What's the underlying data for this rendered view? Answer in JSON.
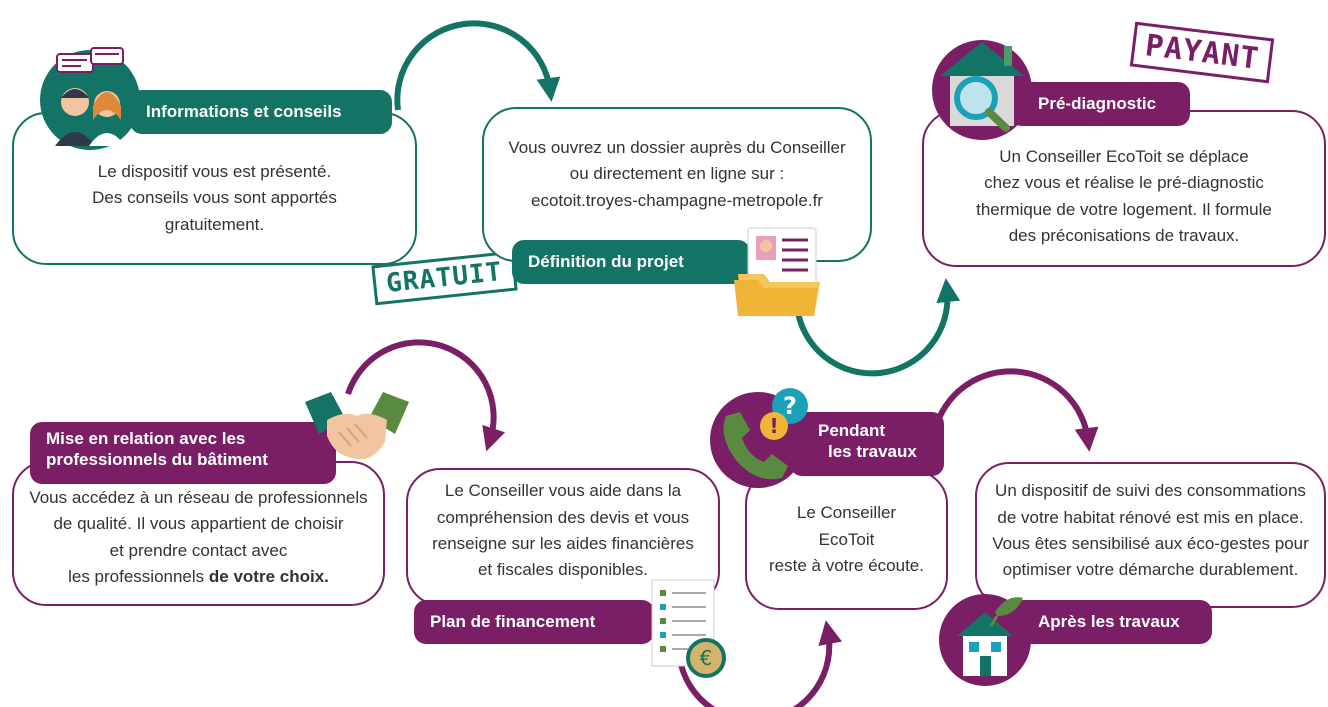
{
  "colors": {
    "teal": "#137466",
    "purple": "#7a1f66",
    "gold": "#d4b36a",
    "skin": "#f3c4a0"
  },
  "steps": [
    {
      "title": "Informations et conseils",
      "lines": [
        "Le dispositif vous est présenté.",
        "Des conseils vous sont apportés",
        "gratuitement."
      ],
      "icon": "advisors-speech-icon"
    },
    {
      "title": "Définition du projet",
      "lines": [
        "Vous ouvrez un dossier auprès du Conseiller",
        "ou directement en ligne sur :",
        "ecotoit.troyes-champagne-metropole.fr"
      ],
      "icon": "folder-document-icon"
    },
    {
      "title": "Pré-diagnostic",
      "lines": [
        "Un Conseiller EcoToit se déplace",
        "chez vous et réalise le pré-diagnostic",
        "thermique de votre logement. Il formule",
        "des préconisations de travaux."
      ],
      "icon": "house-magnifier-icon"
    },
    {
      "title_line1": "Mise en relation avec les",
      "title_line2": "professionnels du bâtiment",
      "lines": [
        "Vous accédez à un réseau de professionnels",
        "de qualité. Il vous appartient de choisir",
        "et prendre contact avec"
      ],
      "last_prefix": "les professionnels ",
      "last_bold": "de votre choix.",
      "icon": "handshake-icon"
    },
    {
      "title": "Plan de financement",
      "lines": [
        "Le Conseiller vous aide dans la",
        "compréhension des devis et vous",
        "renseigne sur les aides financières",
        "et fiscales disponibles."
      ],
      "icon": "document-euro-icon",
      "euro": "€"
    },
    {
      "title_line1": "Pendant",
      "title_line2": "les travaux",
      "lines": [
        "Le Conseiller",
        "EcoToit",
        "reste à votre écoute."
      ],
      "icon": "phone-question-icon",
      "question": "?",
      "exclaim": "!"
    },
    {
      "title": "Après les travaux",
      "lines": [
        "Un dispositif de suivi des consommations",
        "de votre habitat rénové est mis en place.",
        "Vous êtes sensibilisé aux éco-gestes pour",
        "optimiser votre démarche durablement."
      ],
      "icon": "eco-house-icon"
    }
  ],
  "stamps": {
    "free": "GRATUIT",
    "paid": "PAYANT"
  }
}
